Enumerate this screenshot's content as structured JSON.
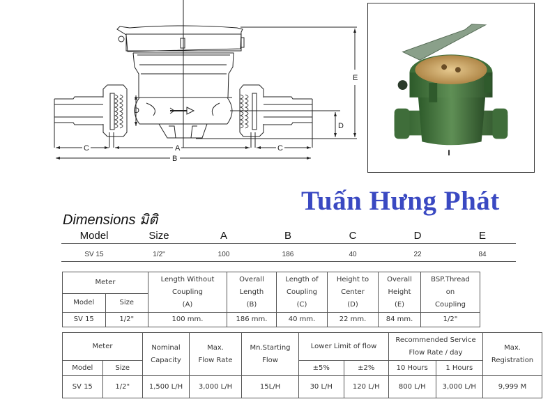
{
  "watermark": "Tuấn Hưng Phát",
  "drawing": {
    "labels": {
      "A": "A",
      "B": "B",
      "C_left": "C",
      "C_right": "C",
      "D_left": "D",
      "D_right": "D",
      "E": "E"
    }
  },
  "photo": {
    "alt": "green water meter with open lid"
  },
  "dimensions": {
    "title": "Dimensions มิติ",
    "headers": [
      "Model",
      "Size",
      "A",
      "B",
      "C",
      "D",
      "E"
    ],
    "row": [
      "SV 15",
      "1/2\"",
      "100",
      "186",
      "40",
      "22",
      "84"
    ]
  },
  "table1": {
    "meter": "Meter",
    "model": "Model",
    "size": "Size",
    "col_a": [
      "Length Without",
      "Coupling",
      "(A)"
    ],
    "col_b": [
      "Overall",
      "Length",
      "(B)"
    ],
    "col_c": [
      "Length of",
      "Coupling",
      "(C)"
    ],
    "col_d": [
      "Height to",
      "Center",
      "(D)"
    ],
    "col_e": [
      "Overall",
      "Height",
      "(E)"
    ],
    "col_bsp": [
      "BSP.Thread",
      "on",
      "Coupling"
    ],
    "row": [
      "SV 15",
      "1/2\"",
      "100 mm.",
      "186 mm.",
      "40 mm.",
      "22 mm.",
      "84 mm.",
      "1/2\""
    ]
  },
  "table2": {
    "meter": "Meter",
    "model": "Model",
    "size": "Size",
    "nominal": [
      "Nominal",
      "Capacity"
    ],
    "maxflow": [
      "Max.",
      "Flow Rate"
    ],
    "minstart": [
      "Mn.Starting",
      "Flow"
    ],
    "lower": "Lower Limit of flow",
    "pm5": "±5%",
    "pm2": "±2%",
    "recommended": [
      "Recommended Service",
      "Flow Rate / day"
    ],
    "h10": "10 Hours",
    "h1": "1 Hours",
    "maxreg": [
      "Max.",
      "Registration"
    ],
    "row": [
      "SV 15",
      "1/2\"",
      "1,500 L/H",
      "3,000 L/H",
      "15L/H",
      "30 L/H",
      "120 L/H",
      "800 L/H",
      "3,000 L/H",
      "9,999 M"
    ]
  }
}
